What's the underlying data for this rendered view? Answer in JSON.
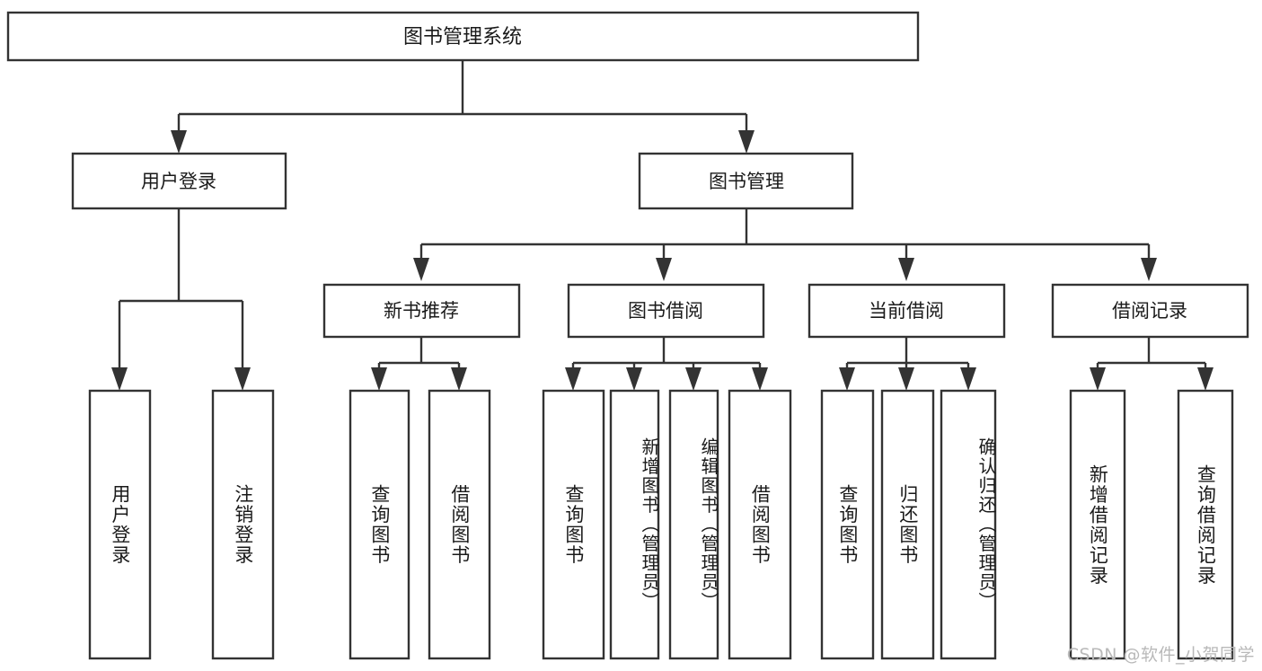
{
  "diagram": {
    "title": "图书管理系统",
    "watermark": "CSDN @软件_小贺同学",
    "levels": {
      "root": {
        "label": "图书管理系统"
      },
      "level2": [
        {
          "id": "user-login",
          "label": "用户登录"
        },
        {
          "id": "book-management",
          "label": "图书管理"
        }
      ],
      "level3": [
        {
          "id": "new-book-recommend",
          "label": "新书推荐"
        },
        {
          "id": "book-borrow",
          "label": "图书借阅"
        },
        {
          "id": "current-borrow",
          "label": "当前借阅"
        },
        {
          "id": "borrow-record",
          "label": "借阅记录"
        }
      ],
      "leaves": [
        {
          "id": "leaf-user-login",
          "label": "用户登录",
          "parent": "user-login"
        },
        {
          "id": "leaf-logout-login",
          "label": "注销登录",
          "parent": "user-login"
        },
        {
          "id": "leaf-query-book-1",
          "label": "查询图书",
          "parent": "new-book-recommend"
        },
        {
          "id": "leaf-borrow-book-1",
          "label": "借阅图书",
          "parent": "new-book-recommend"
        },
        {
          "id": "leaf-query-book-2",
          "label": "查询图书",
          "parent": "book-borrow"
        },
        {
          "id": "leaf-add-book",
          "label": "新增图书（管理员）",
          "parent": "book-borrow"
        },
        {
          "id": "leaf-edit-book",
          "label": "编辑图书（管理员）",
          "parent": "book-borrow"
        },
        {
          "id": "leaf-borrow-book-2",
          "label": "借阅图书",
          "parent": "book-borrow"
        },
        {
          "id": "leaf-query-book-3",
          "label": "查询图书",
          "parent": "current-borrow"
        },
        {
          "id": "leaf-return-book",
          "label": "归还图书",
          "parent": "current-borrow"
        },
        {
          "id": "leaf-confirm-return",
          "label": "确认归还（管理员）",
          "parent": "current-borrow"
        },
        {
          "id": "leaf-add-borrow-record",
          "label": "新增借阅记录",
          "parent": "borrow-record"
        },
        {
          "id": "leaf-query-borrow-record",
          "label": "查询借阅记录",
          "parent": "borrow-record"
        }
      ]
    },
    "colors": {
      "stroke": "#333333",
      "fill": "#ffffff",
      "text": "#1a1a1a",
      "watermark": "#b9b9b9"
    }
  }
}
